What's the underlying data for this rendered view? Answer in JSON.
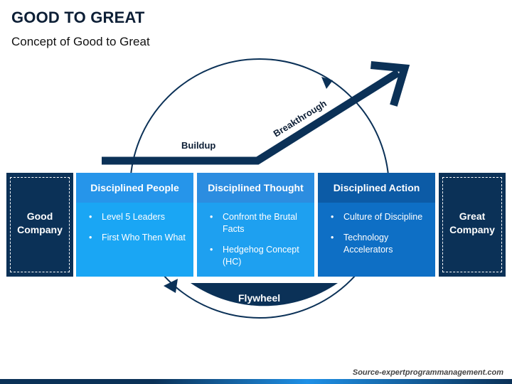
{
  "title": "GOOD TO GREAT",
  "subtitle": "Concept of Good to Great",
  "left_box": "Good Company",
  "right_box": "Great Company",
  "labels": {
    "buildup": "Buildup",
    "breakthrough": "Breakthrough",
    "flywheel": "Flywheel"
  },
  "columns": [
    {
      "heading": "Disciplined People",
      "items": [
        "Level 5 Leaders",
        "First Who Then What"
      ]
    },
    {
      "heading": "Disciplined Thought",
      "items": [
        "Confront the Brutal Facts",
        "Hedgehog Concept (HC)"
      ]
    },
    {
      "heading": "Disciplined Action",
      "items": [
        "Culture of Discipline",
        "Technology Accelerators"
      ]
    }
  ],
  "source": "Source-expertprogrammanagement.com",
  "colors": {
    "navy": "#0b3157",
    "blue_dark": "#0c5ba6",
    "blue_light": "#1ea0f0"
  }
}
